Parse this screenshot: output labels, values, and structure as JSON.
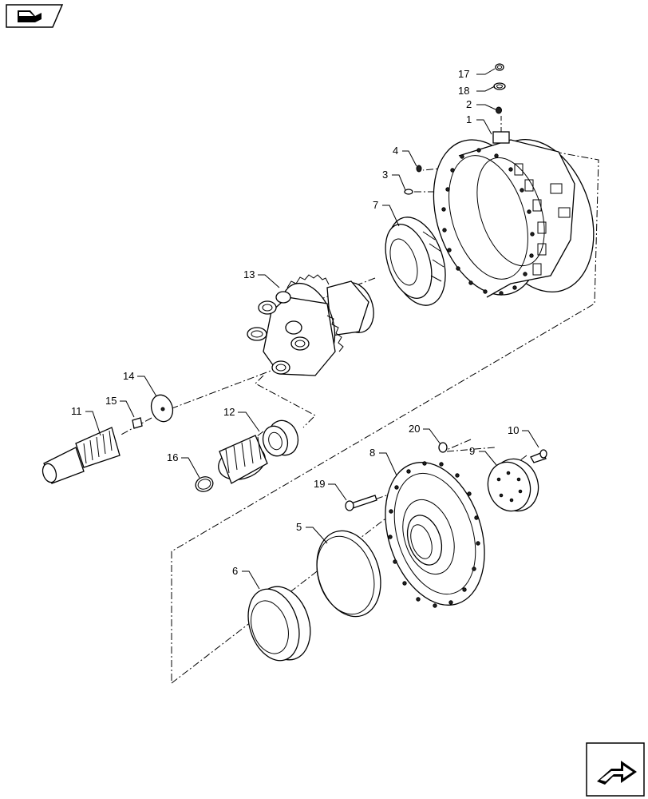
{
  "header": {
    "book_icon": "open-book-icon"
  },
  "footer": {
    "next_icon": "arrow-next-icon"
  },
  "callouts": [
    "1",
    "2",
    "3",
    "4",
    "5",
    "6",
    "7",
    "8",
    "9",
    "10",
    "11",
    "12",
    "13",
    "14",
    "15",
    "16",
    "17",
    "18",
    "19",
    "20"
  ]
}
